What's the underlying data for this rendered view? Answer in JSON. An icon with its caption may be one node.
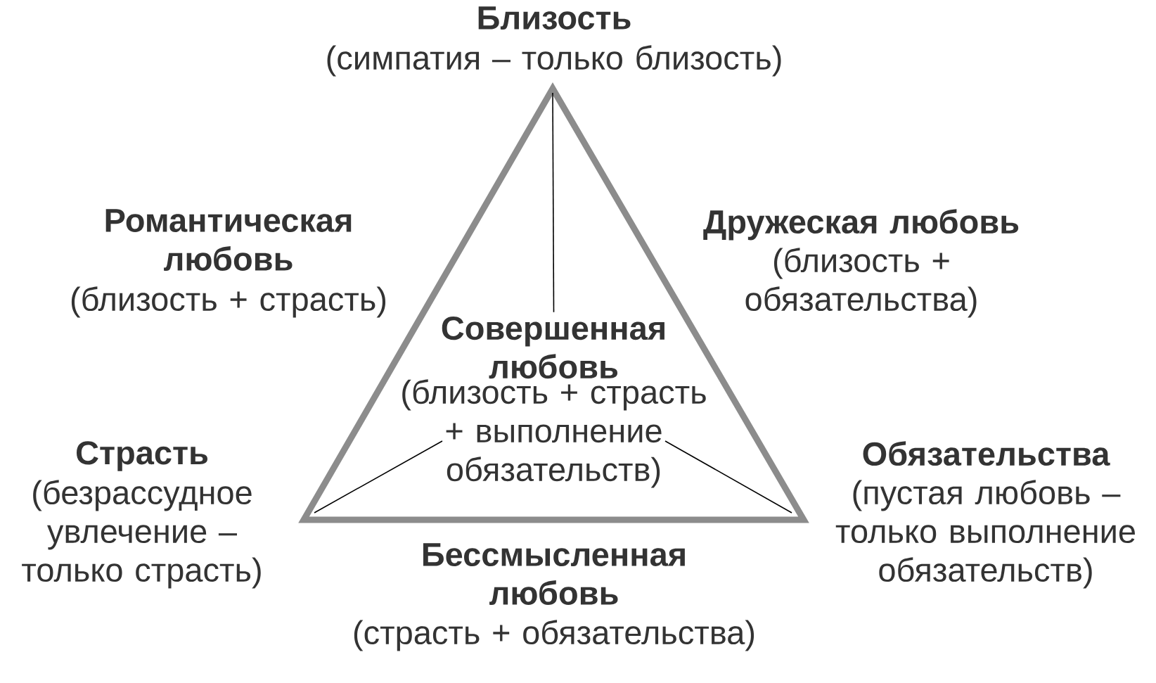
{
  "diagram": {
    "nodes": [
      {
        "text": [],
        "shape": "triangle"
      },
      {
        "text": [
          "Совершенная любовь",
          "(близость + страсть + выполнение обязательств)"
        ],
        "in": 0
      }
    ],
    "edges": [
      {
        "from": null,
        "to": 1,
        "arrow": "none"
      },
      {
        "from": null,
        "to": 1,
        "arrow": "none"
      },
      {
        "from": null,
        "to": 1,
        "arrow": "none"
      }
    ],
    "labels": [
      "Близость",
      "(симпатия – только близость)",
      "Романтическая любовь",
      "(близость + страсть)",
      "Дружеская любовь",
      "(близость + обязательства)",
      "Страсть",
      "(безрассудное увлечение – только страсть)",
      "Обязательства",
      "(пустая любовь – только выполнение обязательств)",
      "Бессмысленная любовь",
      "(страсть + обязательства)"
    ]
  }
}
